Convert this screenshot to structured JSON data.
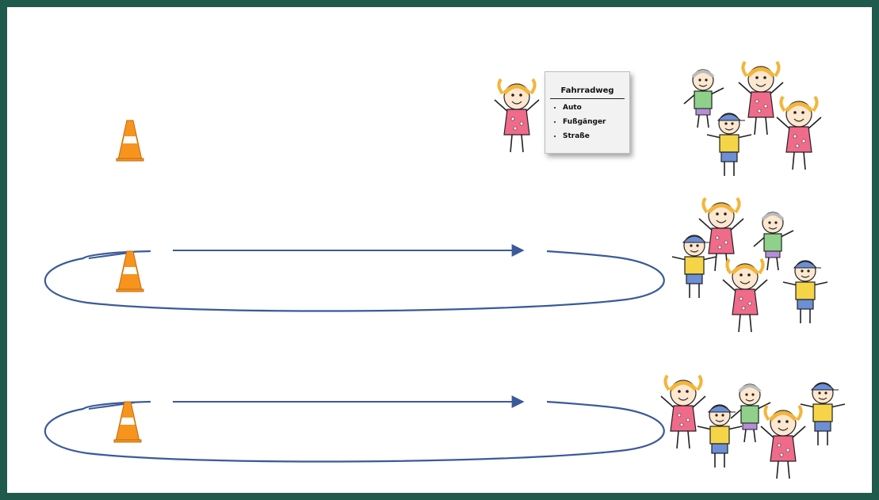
{
  "sign": {
    "title": "Fahrradweg",
    "items": [
      "Auto",
      "Fußgänger",
      "Straße"
    ]
  },
  "colors": {
    "frame": "#1f5a4c",
    "track": "#3b5a9a",
    "cone_orange": "#f7941d",
    "cone_stripe": "#ffffff",
    "kid_pink_dress": "#f06a8a",
    "kid_yellow_shirt": "#f5d547",
    "kid_green_shirt": "#8fd18a",
    "kid_blue_cap": "#6c8fd6",
    "kid_hair": "#f3b53a"
  },
  "icons": {
    "cone": "traffic-cone-icon",
    "teacher": "teacher-girl-figure",
    "kids": "children-group-figure"
  }
}
